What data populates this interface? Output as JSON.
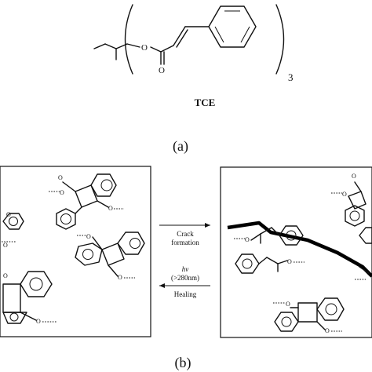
{
  "panel_a": {
    "compound_label": "TCE",
    "subscript": "3",
    "atom_o_ester": "O",
    "atom_o_carbonyl": "O",
    "caption": "(a)"
  },
  "panel_b": {
    "caption": "(b)",
    "arrow_forward_line1": "Crack",
    "arrow_forward_line2": "formation",
    "arrow_back_hv": "hv",
    "arrow_back_wavelength": "(>280nm)",
    "arrow_back_label": "Healing"
  },
  "atom_o": "O"
}
